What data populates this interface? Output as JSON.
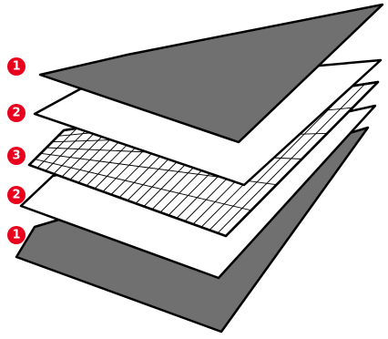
{
  "colors": {
    "dark_layer_fill": "#707070",
    "white_layer_fill": "#ffffff",
    "outline": "#000000",
    "grid_line": "#000000",
    "badge_fill": "#e8001c",
    "badge_text": "#ffffff"
  },
  "layers": [
    {
      "name": "layer-top-dark",
      "badge": "1",
      "kind": "solid-dark"
    },
    {
      "name": "layer-upper-white",
      "badge": "2",
      "kind": "plain-white"
    },
    {
      "name": "layer-middle-grid",
      "badge": "3",
      "kind": "grid"
    },
    {
      "name": "layer-lower-white",
      "badge": "2",
      "kind": "plain-white"
    },
    {
      "name": "layer-bottom-dark",
      "badge": "1",
      "kind": "solid-dark"
    }
  ],
  "grid": {
    "columns": 24,
    "rows": 6
  }
}
